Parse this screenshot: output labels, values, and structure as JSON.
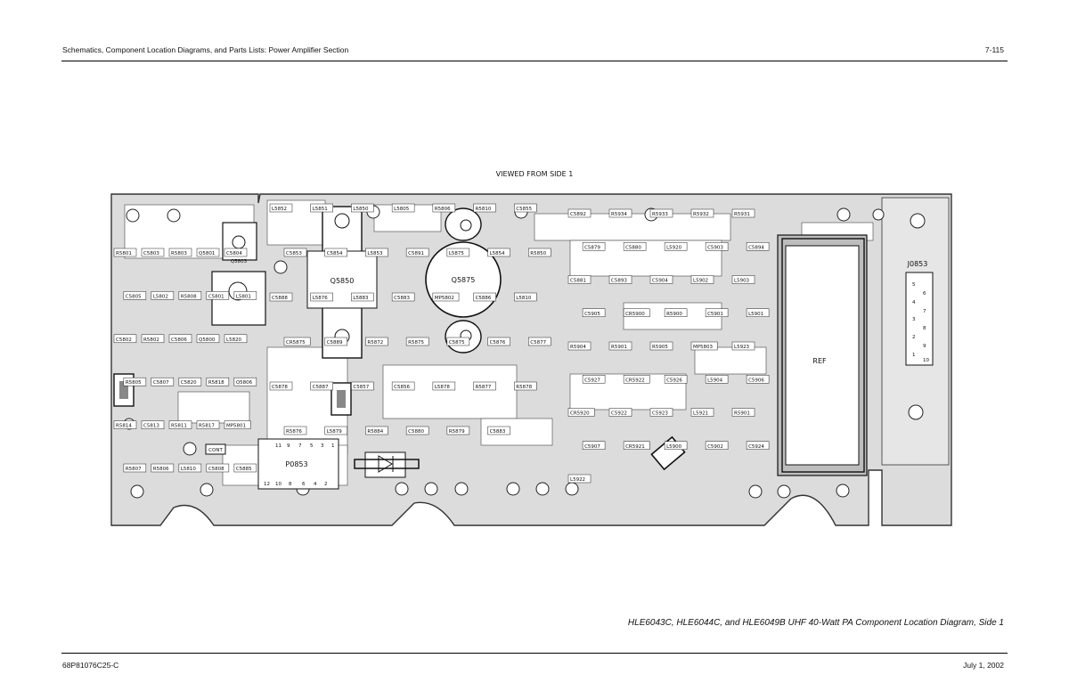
{
  "header": {
    "section_title": "Schematics, Component Location Diagrams, and Parts Lists: Power Amplifier Section",
    "page_number": "7-115"
  },
  "diagram": {
    "view_label": "VIEWED FROM SIDE 1",
    "board_label": "REF",
    "connector_j_label": "J0853",
    "connector_j_pins": [
      "5",
      "4",
      "3",
      "2",
      "1",
      "6",
      "7",
      "8",
      "9",
      "10"
    ],
    "connector_p_label": "P0853",
    "connector_p_pins_top": [
      "11",
      "9",
      "7",
      "5",
      "3",
      "1"
    ],
    "connector_p_pins_bottom": [
      "12",
      "10",
      "8",
      "6",
      "4",
      "2"
    ],
    "cont_label": "CONT",
    "large_parts": [
      "Q5850",
      "Q5875",
      "Q5803"
    ],
    "components": {
      "left": [
        "R5801",
        "C5803",
        "R5803",
        "Q5801",
        "C5804",
        "C5805",
        "L5802",
        "R5808",
        "C5801",
        "L5801",
        "C5802",
        "R5802",
        "C5806",
        "Q5800",
        "L5820",
        "R5805",
        "C5807",
        "C5820",
        "R5818",
        "Q5806",
        "R5814",
        "C5813",
        "R5811",
        "R5817",
        "MP5801",
        "R5807",
        "R5806",
        "L5810",
        "C5808",
        "C5885"
      ],
      "center": [
        "L5852",
        "L5851",
        "L5850",
        "L5805",
        "R5806",
        "R5810",
        "C5855",
        "C5853",
        "C5854",
        "L5853",
        "C5891",
        "L5875",
        "L5854",
        "R5850",
        "C5888",
        "L5876",
        "L5883",
        "C5883",
        "MP5802",
        "C5886",
        "L5810",
        "CR5875",
        "C5889",
        "R5872",
        "R5875",
        "C5875",
        "C5876",
        "C5877",
        "C5878",
        "C5887",
        "C5857",
        "C5856",
        "L5878",
        "R5877",
        "R5878",
        "R5876",
        "L5879",
        "R5884",
        "C5880",
        "R5879",
        "C5883"
      ],
      "right": [
        "C5892",
        "R5934",
        "R5933",
        "R5932",
        "R5931",
        "C5879",
        "C5880",
        "L5920",
        "C5903",
        "C5894",
        "C5881",
        "C5893",
        "C5904",
        "L5902",
        "L5903",
        "C5905",
        "CR5900",
        "R5900",
        "C5901",
        "L5901",
        "R5904",
        "R5901",
        "R5905",
        "MP5803",
        "L5923",
        "C5927",
        "CR5922",
        "C5926",
        "L5904",
        "C5906",
        "CR5920",
        "C5922",
        "C5923",
        "L5921",
        "R5901",
        "C5907",
        "CR5921",
        "L5900",
        "C5902",
        "C5924",
        "L5922"
      ]
    }
  },
  "caption": "HLE6043C, HLE6044C, and HLE6049B UHF 40-Watt PA Component Location Diagram, Side 1",
  "footer": {
    "doc_number": "68P81076C25-C",
    "date": "July 1, 2002"
  }
}
